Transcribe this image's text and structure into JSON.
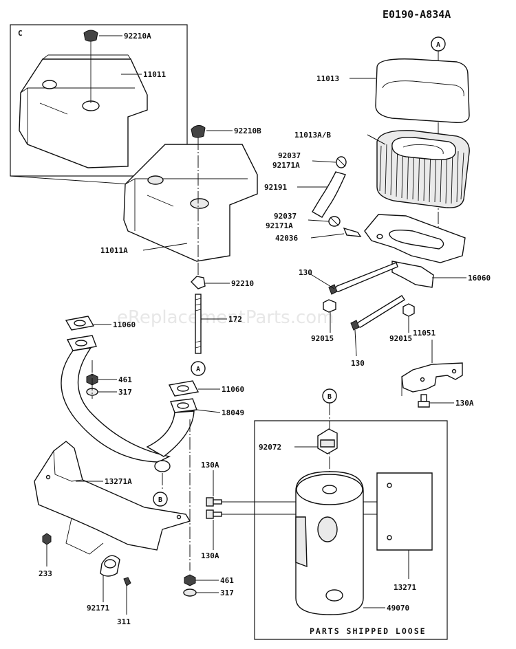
{
  "diagram_id": "E0190-A834A",
  "watermark": "eReplacementParts.com",
  "inset_label": "C",
  "note": "PARTS SHIPPED LOOSE",
  "callouts": {
    "a": "A",
    "b": "B"
  },
  "part_numbers": {
    "cap_inset": "92210A",
    "cover_inset": "11011",
    "cap_main": "92210B",
    "cover_main": "11011A",
    "nut_cover": "92210",
    "stud": "172",
    "gasket_upper": "11060",
    "nut_461_upper": "461",
    "washer_317_upper": "317",
    "gasket_lower": "11060",
    "pipe": "18049",
    "plate_upper": "13271A",
    "nut_233": "233",
    "clamp_92171": "92171",
    "screw_311": "311",
    "nut_461_lower": "461",
    "washer_317_lower": "317",
    "bolt_130a_upper": "130A",
    "bolt_130a_lower": "130A",
    "elem_cover": "11013",
    "elem": "11013A/B",
    "clamp_upper_a": "92037",
    "clamp_upper_b": "92171A",
    "hose": "92191",
    "clamp_lower_a": "92037",
    "clamp_lower_b": "92171A",
    "fitting": "42036",
    "bolt_130_a": "130",
    "base": "16060",
    "nut_92015_a": "92015",
    "nut_92015_b": "92015",
    "bolt_130_b": "130",
    "bracket": "11051",
    "bolt_130a_bracket": "130A",
    "clamp_92072": "92072",
    "muffler": "49070",
    "plate_13271": "13271"
  }
}
